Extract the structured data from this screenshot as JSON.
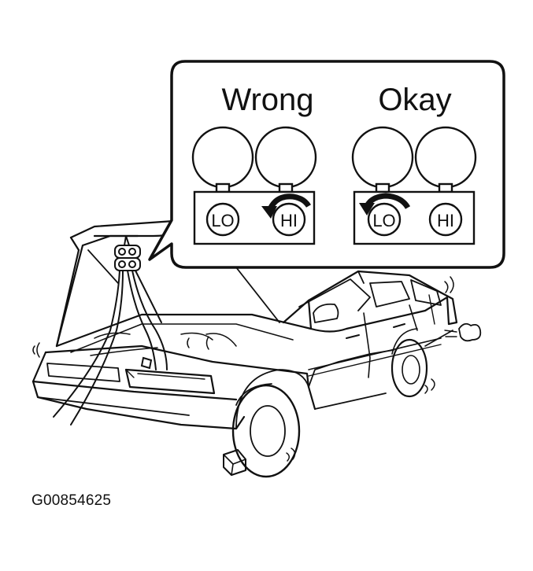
{
  "callout": {
    "wrong_label": "Wrong",
    "okay_label": "Okay",
    "wrong_gauge": {
      "lo_label": "LO",
      "hi_label": "HI"
    },
    "okay_gauge": {
      "lo_label": "LO",
      "hi_label": "HI"
    }
  },
  "figure_id": "G00854625"
}
